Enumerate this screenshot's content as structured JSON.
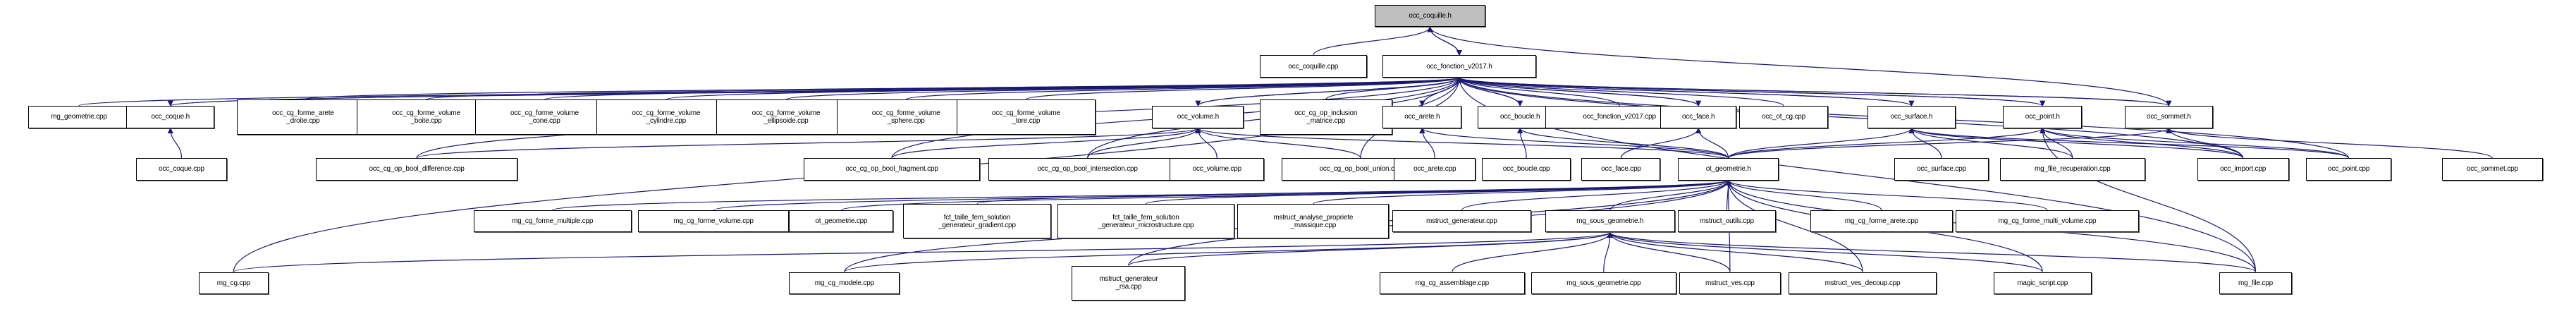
{
  "title": "occ_coquille.h",
  "colors": {
    "edge": "#191970",
    "root_fill": "#bfbfbf",
    "node_fill": "#ffffff",
    "node_border": "#000000"
  },
  "nodes": [
    {
      "id": "occ_coquille_h",
      "label": "occ_coquille.h",
      "root": true
    },
    {
      "id": "occ_coquille_cpp",
      "label": "occ_coquille.cpp"
    },
    {
      "id": "occ_fonction_v2017_h",
      "label": "occ_fonction_v2017.h"
    },
    {
      "id": "mg_geometrie_cpp",
      "label": "mg_geometrie.cpp"
    },
    {
      "id": "occ_coque_h",
      "label": "occ_coque.h"
    },
    {
      "id": "occ_cg_forme_arete_droite_cpp",
      "label": "occ_cg_forme_arete\n_droite.cpp"
    },
    {
      "id": "occ_cg_forme_volume_boite_cpp",
      "label": "occ_cg_forme_volume\n_boite.cpp"
    },
    {
      "id": "occ_cg_forme_volume_cone_cpp",
      "label": "occ_cg_forme_volume\n_cone.cpp"
    },
    {
      "id": "occ_cg_forme_volume_cylindre_cpp",
      "label": "occ_cg_forme_volume\n_cylindre.cpp"
    },
    {
      "id": "occ_cg_forme_volume_ellipsoide_cpp",
      "label": "occ_cg_forme_volume\n_ellipsoide.cpp"
    },
    {
      "id": "occ_cg_forme_volume_sphere_cpp",
      "label": "occ_cg_forme_volume\n_sphere.cpp"
    },
    {
      "id": "occ_cg_forme_volume_tore_cpp",
      "label": "occ_cg_forme_volume\n_tore.cpp"
    },
    {
      "id": "occ_volume_h",
      "label": "occ_volume.h"
    },
    {
      "id": "occ_cg_op_inclusion_matrice_cpp",
      "label": "occ_cg_op_inclusion\n_matrice.cpp"
    },
    {
      "id": "occ_arete_h",
      "label": "occ_arete.h"
    },
    {
      "id": "occ_boucle_h",
      "label": "occ_boucle.h"
    },
    {
      "id": "occ_fonction_v2017_cpp",
      "label": "occ_fonction_v2017.cpp"
    },
    {
      "id": "occ_face_h",
      "label": "occ_face.h"
    },
    {
      "id": "occ_ot_cg_cpp",
      "label": "occ_ot_cg.cpp"
    },
    {
      "id": "occ_surface_h",
      "label": "occ_surface.h"
    },
    {
      "id": "occ_point_h",
      "label": "occ_point.h"
    },
    {
      "id": "occ_sommet_h",
      "label": "occ_sommet.h"
    },
    {
      "id": "occ_coque_cpp",
      "label": "occ_coque.cpp"
    },
    {
      "id": "occ_cg_op_bool_difference_cpp",
      "label": "occ_cg_op_bool_difference.cpp"
    },
    {
      "id": "occ_cg_op_bool_fragment_cpp",
      "label": "occ_cg_op_bool_fragment.cpp"
    },
    {
      "id": "occ_cg_op_bool_intersection_cpp",
      "label": "occ_cg_op_bool_intersection.cpp"
    },
    {
      "id": "occ_volume_cpp",
      "label": "occ_volume.cpp"
    },
    {
      "id": "occ_cg_op_bool_union_cpp",
      "label": "occ_cg_op_bool_union.cpp"
    },
    {
      "id": "occ_arete_cpp",
      "label": "occ_arete.cpp"
    },
    {
      "id": "occ_boucle_cpp",
      "label": "occ_boucle.cpp"
    },
    {
      "id": "occ_face_cpp",
      "label": "occ_face.cpp"
    },
    {
      "id": "ot_geometrie_h",
      "label": "ot_geometrie.h"
    },
    {
      "id": "occ_surface_cpp",
      "label": "occ_surface.cpp"
    },
    {
      "id": "mg_file_recuperation_cpp",
      "label": "mg_file_recuperation.cpp"
    },
    {
      "id": "occ_import_cpp",
      "label": "occ_import.cpp"
    },
    {
      "id": "occ_point_cpp",
      "label": "occ_point.cpp"
    },
    {
      "id": "occ_sommet_cpp",
      "label": "occ_sommet.cpp"
    },
    {
      "id": "mg_cg_forme_multiple_cpp",
      "label": "mg_cg_forme_multiple.cpp"
    },
    {
      "id": "mg_cg_forme_volume_cpp",
      "label": "mg_cg_forme_volume.cpp"
    },
    {
      "id": "ot_geometrie_cpp",
      "label": "ot_geometrie.cpp"
    },
    {
      "id": "fct_taille_fem_solution_generateur_gradient_cpp",
      "label": "fct_taille_fem_solution\n_generateur_gradient.cpp"
    },
    {
      "id": "fct_taille_fem_solution_generateur_microstructure_cpp",
      "label": "fct_taille_fem_solution\n_generateur_microstructure.cpp"
    },
    {
      "id": "mstruct_analyse_propriete_massique_cpp",
      "label": "mstruct_analyse_propriete\n_massique.cpp"
    },
    {
      "id": "mstruct_generateur_cpp",
      "label": "mstruct_generateur.cpp"
    },
    {
      "id": "mg_sous_geometrie_h",
      "label": "mg_sous_geometrie.h"
    },
    {
      "id": "mstruct_outils_cpp",
      "label": "mstruct_outils.cpp"
    },
    {
      "id": "mg_cg_forme_arete_cpp",
      "label": "mg_cg_forme_arete.cpp"
    },
    {
      "id": "mg_cg_forme_multi_volume_cpp",
      "label": "mg_cg_forme_multi_volume.cpp"
    },
    {
      "id": "mg_cg_cpp",
      "label": "mg_cg.cpp"
    },
    {
      "id": "mg_cg_modele_cpp",
      "label": "mg_cg_modele.cpp"
    },
    {
      "id": "mstruct_generateur_rsa_cpp",
      "label": "mstruct_generateur\n_rsa.cpp"
    },
    {
      "id": "mg_cg_assemblage_cpp",
      "label": "mg_cg_assemblage.cpp"
    },
    {
      "id": "mg_sous_geometrie_cpp",
      "label": "mg_sous_geometrie.cpp"
    },
    {
      "id": "mstruct_ves_cpp",
      "label": "mstruct_ves.cpp"
    },
    {
      "id": "mstruct_ves_decoup_cpp",
      "label": "mstruct_ves_decoup.cpp"
    },
    {
      "id": "magic_script_cpp",
      "label": "magic_script.cpp"
    },
    {
      "id": "mg_file_cpp",
      "label": "mg_file.cpp"
    }
  ],
  "edges": [
    [
      "occ_coquille_cpp",
      "occ_coquille_h"
    ],
    [
      "occ_fonction_v2017_h",
      "occ_coquille_h"
    ],
    [
      "occ_coquille_h",
      "occ_fonction_v2017_h"
    ],
    [
      "occ_sommet_h",
      "occ_coquille_h"
    ],
    [
      "mg_geometrie_cpp",
      "occ_fonction_v2017_h"
    ],
    [
      "occ_coque_h",
      "occ_fonction_v2017_h"
    ],
    [
      "occ_fonction_v2017_h",
      "occ_coque_h"
    ],
    [
      "occ_cg_forme_arete_droite_cpp",
      "occ_fonction_v2017_h"
    ],
    [
      "occ_cg_forme_volume_boite_cpp",
      "occ_fonction_v2017_h"
    ],
    [
      "occ_cg_forme_volume_cone_cpp",
      "occ_fonction_v2017_h"
    ],
    [
      "occ_cg_forme_volume_cylindre_cpp",
      "occ_fonction_v2017_h"
    ],
    [
      "occ_cg_forme_volume_ellipsoide_cpp",
      "occ_fonction_v2017_h"
    ],
    [
      "occ_cg_forme_volume_sphere_cpp",
      "occ_fonction_v2017_h"
    ],
    [
      "occ_cg_forme_volume_tore_cpp",
      "occ_fonction_v2017_h"
    ],
    [
      "occ_volume_h",
      "occ_fonction_v2017_h"
    ],
    [
      "occ_fonction_v2017_h",
      "occ_volume_h"
    ],
    [
      "occ_cg_op_inclusion_matrice_cpp",
      "occ_fonction_v2017_h"
    ],
    [
      "occ_arete_h",
      "occ_fonction_v2017_h"
    ],
    [
      "occ_fonction_v2017_h",
      "occ_arete_h"
    ],
    [
      "occ_boucle_h",
      "occ_fonction_v2017_h"
    ],
    [
      "occ_fonction_v2017_h",
      "occ_boucle_h"
    ],
    [
      "occ_fonction_v2017_cpp",
      "occ_fonction_v2017_h"
    ],
    [
      "occ_face_h",
      "occ_fonction_v2017_h"
    ],
    [
      "occ_fonction_v2017_h",
      "occ_face_h"
    ],
    [
      "occ_ot_cg_cpp",
      "occ_fonction_v2017_h"
    ],
    [
      "occ_surface_h",
      "occ_fonction_v2017_h"
    ],
    [
      "occ_fonction_v2017_h",
      "occ_surface_h"
    ],
    [
      "occ_point_h",
      "occ_fonction_v2017_h"
    ],
    [
      "occ_fonction_v2017_h",
      "occ_point_h"
    ],
    [
      "occ_sommet_h",
      "occ_fonction_v2017_h"
    ],
    [
      "occ_fonction_v2017_h",
      "occ_sommet_h"
    ],
    [
      "occ_import_cpp",
      "occ_fonction_v2017_h"
    ],
    [
      "occ_point_cpp",
      "occ_fonction_v2017_h"
    ],
    [
      "mg_file_cpp",
      "occ_fonction_v2017_h"
    ],
    [
      "mg_cg_cpp",
      "occ_fonction_v2017_h"
    ],
    [
      "occ_coque_cpp",
      "occ_coque_h"
    ],
    [
      "occ_cg_op_bool_difference_cpp",
      "occ_fonction_v2017_h"
    ],
    [
      "occ_cg_op_bool_difference_cpp",
      "occ_volume_h"
    ],
    [
      "occ_cg_op_bool_fragment_cpp",
      "occ_fonction_v2017_h"
    ],
    [
      "occ_cg_op_bool_fragment_cpp",
      "occ_volume_h"
    ],
    [
      "occ_cg_op_bool_intersection_cpp",
      "occ_fonction_v2017_h"
    ],
    [
      "occ_cg_op_bool_intersection_cpp",
      "occ_volume_h"
    ],
    [
      "occ_volume_cpp",
      "occ_volume_h"
    ],
    [
      "occ_cg_op_bool_union_cpp",
      "occ_fonction_v2017_h"
    ],
    [
      "occ_cg_op_bool_union_cpp",
      "occ_volume_h"
    ],
    [
      "ot_geometrie_h",
      "occ_volume_h"
    ],
    [
      "occ_arete_cpp",
      "occ_arete_h"
    ],
    [
      "ot_geometrie_h",
      "occ_arete_h"
    ],
    [
      "occ_boucle_cpp",
      "occ_boucle_h"
    ],
    [
      "ot_geometrie_h",
      "occ_boucle_h"
    ],
    [
      "occ_face_cpp",
      "occ_face_h"
    ],
    [
      "ot_geometrie_h",
      "occ_face_h"
    ],
    [
      "ot_geometrie_h",
      "occ_surface_h"
    ],
    [
      "ot_geometrie_h",
      "occ_point_h"
    ],
    [
      "ot_geometrie_h",
      "occ_sommet_h"
    ],
    [
      "occ_surface_cpp",
      "occ_surface_h"
    ],
    [
      "mg_file_recuperation_cpp",
      "occ_surface_h"
    ],
    [
      "mg_file_recuperation_cpp",
      "occ_point_h"
    ],
    [
      "occ_import_cpp",
      "occ_surface_h"
    ],
    [
      "occ_import_cpp",
      "occ_point_h"
    ],
    [
      "occ_point_cpp",
      "occ_point_h"
    ],
    [
      "occ_point_cpp",
      "occ_surface_h"
    ],
    [
      "occ_sommet_cpp",
      "occ_sommet_h"
    ],
    [
      "occ_import_cpp",
      "occ_sommet_h"
    ],
    [
      "mg_file_cpp",
      "occ_point_h"
    ],
    [
      "mg_cg_forme_multiple_cpp",
      "ot_geometrie_h"
    ],
    [
      "mg_cg_forme_volume_cpp",
      "ot_geometrie_h"
    ],
    [
      "ot_geometrie_cpp",
      "ot_geometrie_h"
    ],
    [
      "fct_taille_fem_solution_generateur_gradient_cpp",
      "ot_geometrie_h"
    ],
    [
      "fct_taille_fem_solution_generateur_microstructure_cpp",
      "ot_geometrie_h"
    ],
    [
      "mstruct_analyse_propriete_massique_cpp",
      "ot_geometrie_h"
    ],
    [
      "mstruct_generateur_cpp",
      "ot_geometrie_h"
    ],
    [
      "mg_sous_geometrie_h",
      "ot_geometrie_h"
    ],
    [
      "mstruct_outils_cpp",
      "ot_geometrie_h"
    ],
    [
      "mg_cg_forme_arete_cpp",
      "ot_geometrie_h"
    ],
    [
      "mg_cg_forme_multi_volume_cpp",
      "ot_geometrie_h"
    ],
    [
      "mg_cg_modele_cpp",
      "ot_geometrie_h"
    ],
    [
      "mstruct_generateur_rsa_cpp",
      "ot_geometrie_h"
    ],
    [
      "mstruct_ves_cpp",
      "ot_geometrie_h"
    ],
    [
      "mstruct_ves_decoup_cpp",
      "ot_geometrie_h"
    ],
    [
      "magic_script_cpp",
      "ot_geometrie_h"
    ],
    [
      "mg_file_cpp",
      "ot_geometrie_h"
    ],
    [
      "mg_cg_cpp",
      "mg_sous_geometrie_h"
    ],
    [
      "mg_cg_modele_cpp",
      "mg_sous_geometrie_h"
    ],
    [
      "mstruct_generateur_rsa_cpp",
      "mg_sous_geometrie_h"
    ],
    [
      "mg_cg_assemblage_cpp",
      "mg_sous_geometrie_h"
    ],
    [
      "mg_sous_geometrie_cpp",
      "mg_sous_geometrie_h"
    ],
    [
      "mstruct_ves_cpp",
      "mg_sous_geometrie_h"
    ],
    [
      "mstruct_ves_decoup_cpp",
      "mg_sous_geometrie_h"
    ],
    [
      "magic_script_cpp",
      "mg_sous_geometrie_h"
    ],
    [
      "mg_file_cpp",
      "mg_sous_geometrie_h"
    ]
  ]
}
